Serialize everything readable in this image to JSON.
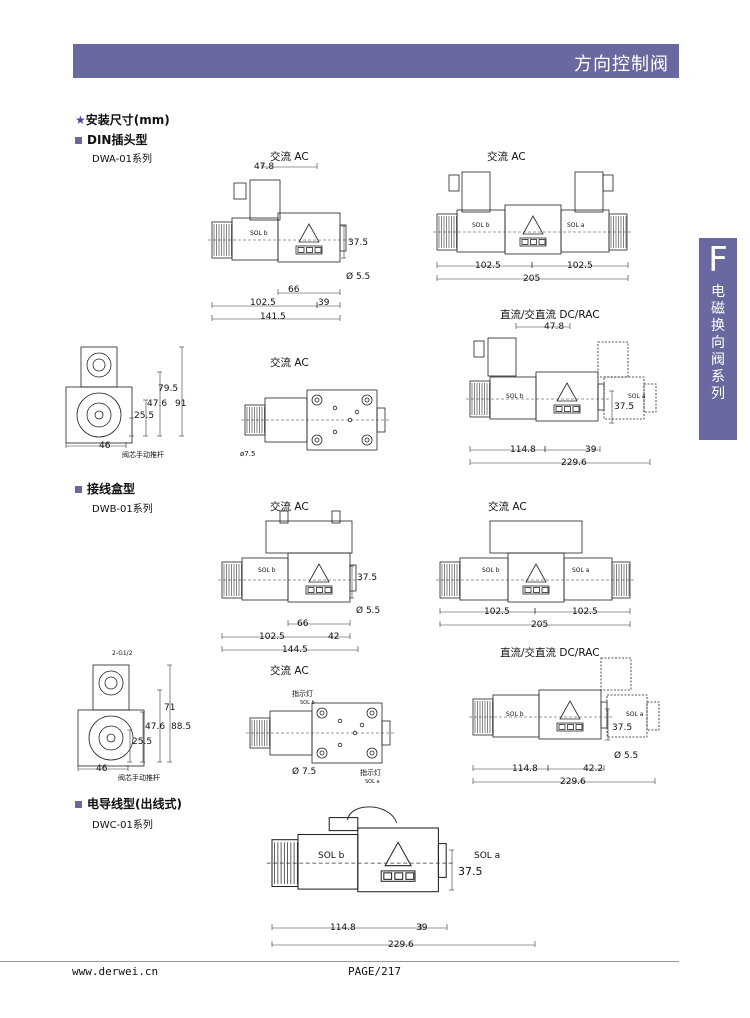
{
  "header": {
    "title": "方向控制阀"
  },
  "side_tab": {
    "letter": "F",
    "text": "电磁换向阀系列"
  },
  "mount_title": "安装尺寸(mm)",
  "sections": [
    {
      "heading": "DIN插头型",
      "series": "DWA-01系列"
    },
    {
      "heading": "接线盒型",
      "series": "DWB-01系列"
    },
    {
      "heading": "电导线型(出线式)",
      "series": "DWC-01系列"
    }
  ],
  "dwa": {
    "ac_single": {
      "title": "交流  AC",
      "d1": "47.8",
      "d2": "37.5",
      "d3": "Ø 5.5",
      "d4": "66",
      "d5": "102.5",
      "d6": "39",
      "d7": "141.5",
      "sol": "SOL b"
    },
    "ac_double": {
      "title": "交流  AC",
      "d1": "102.5",
      "d2": "102.5",
      "d3": "205",
      "sol_b": "SOL b",
      "sol_a": "SOL a"
    },
    "dc": {
      "title": "直流/交直流  DC/RAC",
      "d1": "47.8",
      "d2": "37.5",
      "d3": "114.8",
      "d4": "39",
      "d5": "229.6",
      "sol_b": "SOL b",
      "sol_a": "SOL a"
    },
    "end": {
      "d1": "79.5",
      "d2": "47.6",
      "d3": "25.5",
      "d4": "91",
      "d5": "46",
      "note": "阀芯手动推杆"
    },
    "top": {
      "title": "交流  AC",
      "d1": "ø7.5"
    }
  },
  "dwb": {
    "ac_single": {
      "title": "交流  AC",
      "d1": "37.5",
      "d2": "Ø 5.5",
      "d3": "66",
      "d4": "102.5",
      "d5": "42",
      "d6": "144.5",
      "sol": "SOL b"
    },
    "ac_double": {
      "title": "交流  AC",
      "d1": "102.5",
      "d2": "102.5",
      "d3": "205",
      "sol_b": "SOL b",
      "sol_a": "SOL a"
    },
    "end": {
      "port": "2-G1/2",
      "d1": "71",
      "d2": "47.6",
      "d3": "88.5",
      "d4": "25.5",
      "d5": "46",
      "note": "阀芯手动推杆"
    },
    "top": {
      "title": "交流  AC",
      "lamp1": "指示灯",
      "sol1": "SOL b",
      "d1": "Ø 7.5",
      "lamp2": "指示灯",
      "sol2": "SOL a"
    },
    "dc": {
      "title": "直流/交直流  DC/RAC",
      "d1": "37.5",
      "d2": "Ø 5.5",
      "d3": "114.8",
      "d4": "42.2",
      "d5": "229.6",
      "sol_b": "SOL b",
      "sol_a": "SOL a"
    }
  },
  "dwc": {
    "d1": "37.5",
    "d2": "114.8",
    "d3": "39",
    "d4": "229.6",
    "sol_b": "SOL b",
    "sol_a": "SOL a"
  },
  "footer": {
    "url": "www.derwei.cn",
    "page": "PAGE/217"
  }
}
